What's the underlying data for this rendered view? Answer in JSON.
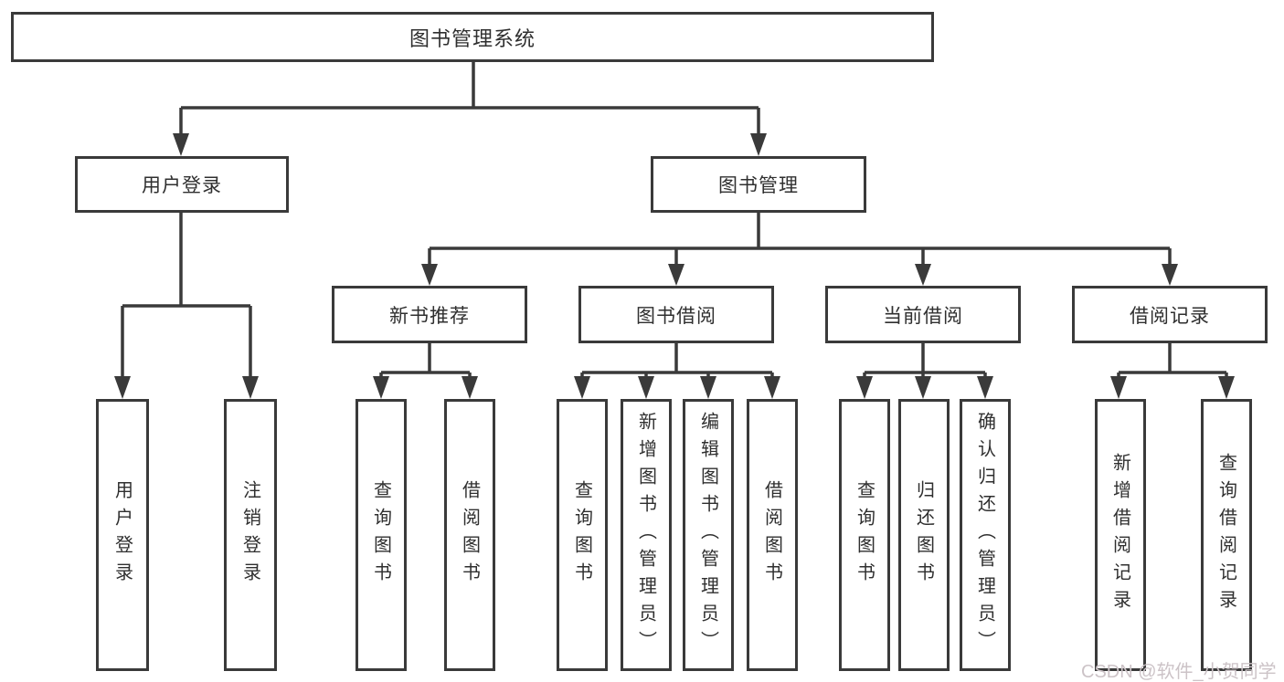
{
  "diagram": {
    "tree": {
      "root": {
        "label": "图书管理系统"
      },
      "branches": [
        {
          "label": "用户登录",
          "children": [
            {
              "label": "用户登录"
            },
            {
              "label": "注销登录"
            }
          ]
        },
        {
          "label": "图书管理",
          "children": [
            {
              "label": "新书推荐",
              "children": [
                {
                  "label": "查询图书"
                },
                {
                  "label": "借阅图书"
                }
              ]
            },
            {
              "label": "图书借阅",
              "children": [
                {
                  "label": "查询图书"
                },
                {
                  "label": "新增图书（管理员）"
                },
                {
                  "label": "编辑图书（管理员）"
                },
                {
                  "label": "借阅图书"
                }
              ]
            },
            {
              "label": "当前借阅",
              "children": [
                {
                  "label": "查询图书"
                },
                {
                  "label": "归还图书"
                },
                {
                  "label": "确认归还（管理员）"
                }
              ]
            },
            {
              "label": "借阅记录",
              "children": [
                {
                  "label": "新增借阅记录"
                },
                {
                  "label": "查询借阅记录"
                }
              ]
            }
          ]
        }
      ]
    },
    "colors": {
      "line": "#3a3a3a",
      "box_border": "#3a3a3a",
      "text": "#2f2f2f",
      "watermark": "#ccc3c7"
    },
    "watermark": {
      "text": "CSDN @软件_小贺同学"
    }
  }
}
